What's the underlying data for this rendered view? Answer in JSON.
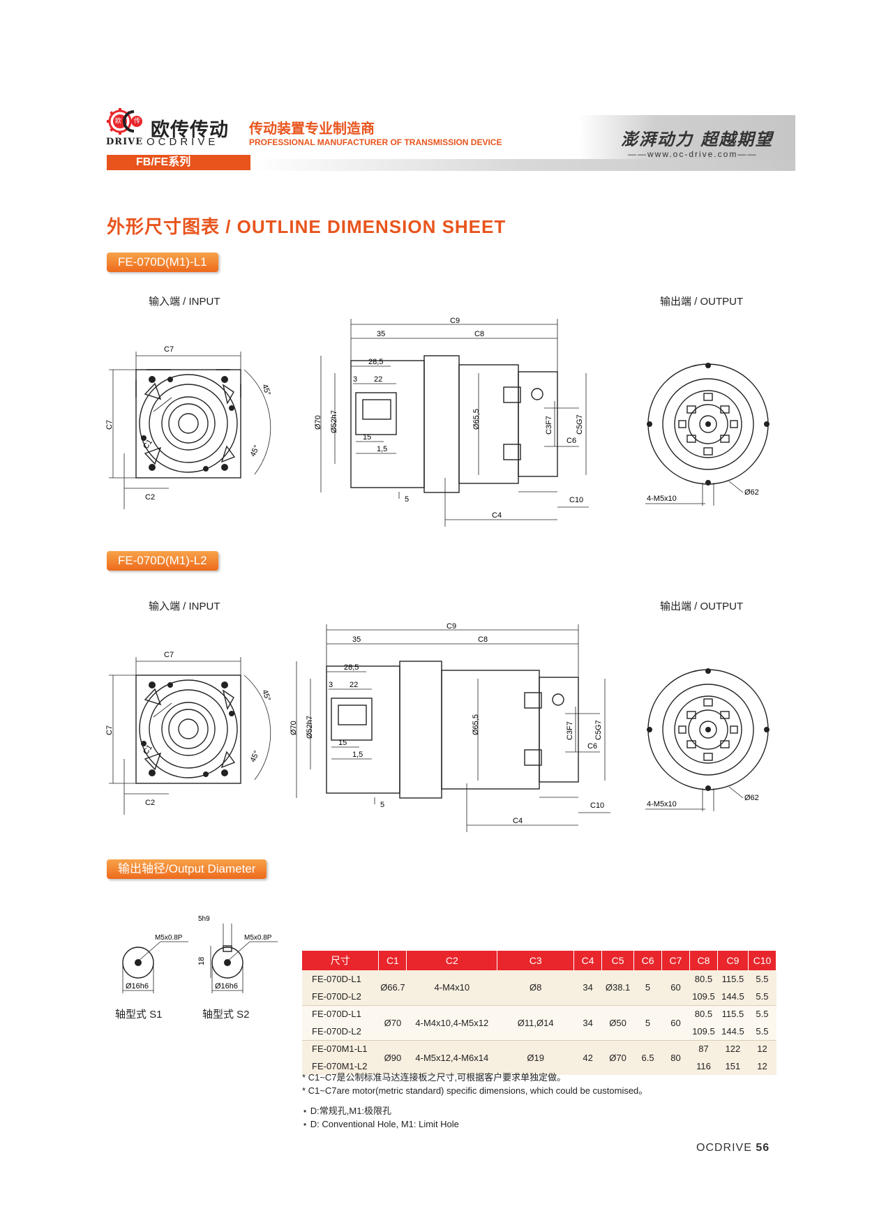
{
  "header": {
    "brand_cn": "欧传传动",
    "brand_drive": "DRIVE",
    "brand_en": "OCDRIVE",
    "tagline_cn": "传动装置专业制造商",
    "tagline_en": "PROFESSIONAL MANUFACTURER OF TRANSMISSION DEVICE",
    "slogan": "澎湃动力 超越期望",
    "website": "——www.oc-drive.com——",
    "series": "FB/FE系列",
    "logo_chars": [
      "欧",
      "传"
    ]
  },
  "title": "外形尺寸图表 / OUTLINE DIMENSION SHEET",
  "sections": [
    {
      "badge": "FE-070D(M1)-L1",
      "input_label": "输入端 / INPUT",
      "output_label": "输出端 / OUTPUT"
    },
    {
      "badge": "FE-070D(M1)-L2",
      "input_label": "输入端 / INPUT",
      "output_label": "输出端 / OUTPUT"
    }
  ],
  "dims": {
    "c1": "C1",
    "c2": "C2",
    "c3": "C3F7",
    "c4": "C4",
    "c5": "C5G7",
    "c6": "C6",
    "c7": "C7",
    "c8": "C8",
    "c9": "C9",
    "c10": "C10",
    "d35": "35",
    "d28": "28,5",
    "d3": "3",
    "d22": "22",
    "d15": "15",
    "d1_5": "1,5",
    "d5": "5",
    "d70": "Ø70",
    "d52_l1": "Ø52h7",
    "d52_l2": "Ø52h7",
    "d65": "Ø65,5",
    "d62": "Ø62",
    "bolt": "4-M5x10",
    "a45": "45°"
  },
  "shaft": {
    "badge": "输出轴径/Output Diameter",
    "thread": "M5x0.8P",
    "dia": "Ø16h6",
    "key": "5h9",
    "height": "18",
    "s1_label": "轴型式 S1",
    "s2_label": "轴型式 S2"
  },
  "table": {
    "headers": [
      "尺寸",
      "C1",
      "C2",
      "C3",
      "C4",
      "C5",
      "C6",
      "C7",
      "C8",
      "C9",
      "C10"
    ],
    "groups": [
      {
        "models": [
          "FE-070D-L1",
          "FE-070D-L2"
        ],
        "c1": "Ø66.7",
        "c2": "4-M4x10",
        "c3": "Ø8",
        "c4": "34",
        "c5": "Ø38.1",
        "c6": "5",
        "c7": "60",
        "rows": [
          {
            "c8": "80.5",
            "c9": "115.5",
            "c10": "5.5"
          },
          {
            "c8": "109.5",
            "c9": "144.5",
            "c10": "5.5"
          }
        ]
      },
      {
        "models": [
          "FE-070D-L1",
          "FE-070D-L2"
        ],
        "c1": "Ø70",
        "c2": "4-M4x10,4-M5x12",
        "c3": "Ø11,Ø14",
        "c4": "34",
        "c5": "Ø50",
        "c6": "5",
        "c7": "60",
        "rows": [
          {
            "c8": "80.5",
            "c9": "115.5",
            "c10": "5.5"
          },
          {
            "c8": "109.5",
            "c9": "144.5",
            "c10": "5.5"
          }
        ]
      },
      {
        "models": [
          "FE-070M1-L1",
          "FE-070M1-L2"
        ],
        "c1": "Ø90",
        "c2": "4-M5x12,4-M6x14",
        "c3": "Ø19",
        "c4": "42",
        "c5": "Ø70",
        "c6": "6.5",
        "c7": "80",
        "rows": [
          {
            "c8": "87",
            "c9": "122",
            "c10": "12"
          },
          {
            "c8": "116",
            "c9": "151",
            "c10": "12"
          }
        ]
      }
    ]
  },
  "notes": [
    "* C1~C7是公制标准马达连接板之尺寸,可根据客户要求单独定做。",
    "* C1~C7are motor(metric standard)  specific dimensions, which could be customised。",
    "⋆ D:常规孔,M1:极限孔",
    "⋆ D: Conventional Hole, M1: Limit Hole"
  ],
  "footer": {
    "brand": "OCDRIVE",
    "page": "56"
  },
  "colors": {
    "accent": "#e8541c",
    "table_head": "#e8262b"
  }
}
